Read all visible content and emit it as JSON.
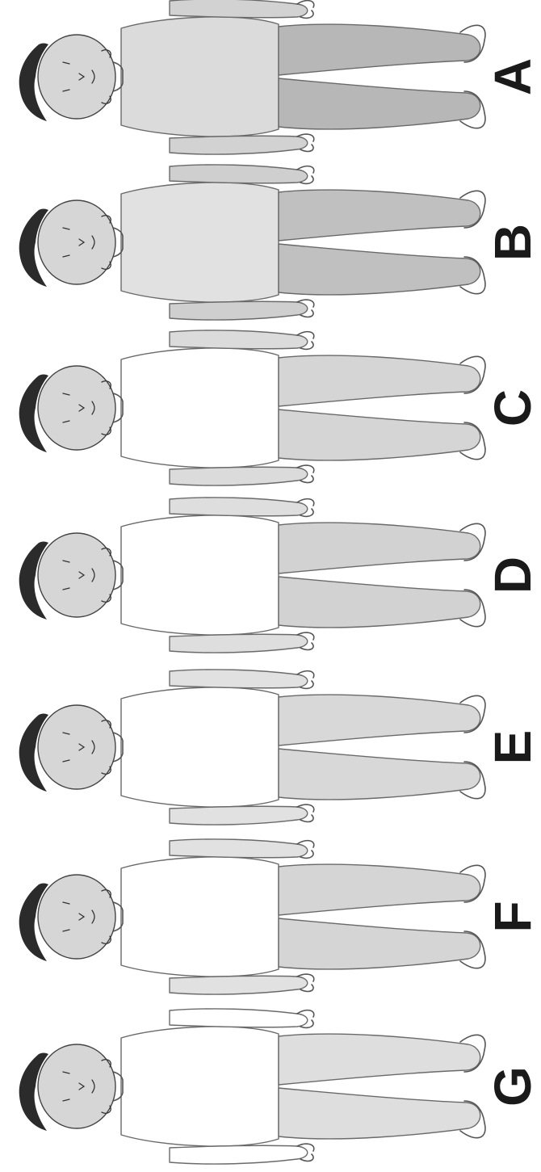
{
  "figure": {
    "panels": [
      {
        "id": "A",
        "label": "A",
        "shading": {
          "torso": 0.15,
          "legs": 0.75,
          "arms": 0.3
        }
      },
      {
        "id": "B",
        "label": "B",
        "shading": {
          "torso": 0.05,
          "legs": 0.6,
          "arms": 0.35
        }
      },
      {
        "id": "C",
        "label": "C",
        "shading": {
          "torso": 0.0,
          "legs": 0.25,
          "arms": 0.15
        }
      },
      {
        "id": "D",
        "label": "D",
        "shading": {
          "torso": 0.0,
          "legs": 0.3,
          "arms": 0.1
        }
      },
      {
        "id": "E",
        "label": "E",
        "shading": {
          "torso": 0.0,
          "legs": 0.2,
          "arms": 0.05
        }
      },
      {
        "id": "F",
        "label": "F",
        "shading": {
          "torso": 0.0,
          "legs": 0.25,
          "arms": 0.05
        }
      },
      {
        "id": "G",
        "label": "G",
        "shading": {
          "torso": 0.0,
          "legs": 0.1,
          "arms": 0.0
        }
      }
    ],
    "colors": {
      "background": "#ffffff",
      "outline": "#555555",
      "shade_light": "#e4e4e4",
      "shade_dark": "#a8a8a8",
      "hair": "#2b2b2b",
      "label": "#1a1a1a"
    }
  }
}
